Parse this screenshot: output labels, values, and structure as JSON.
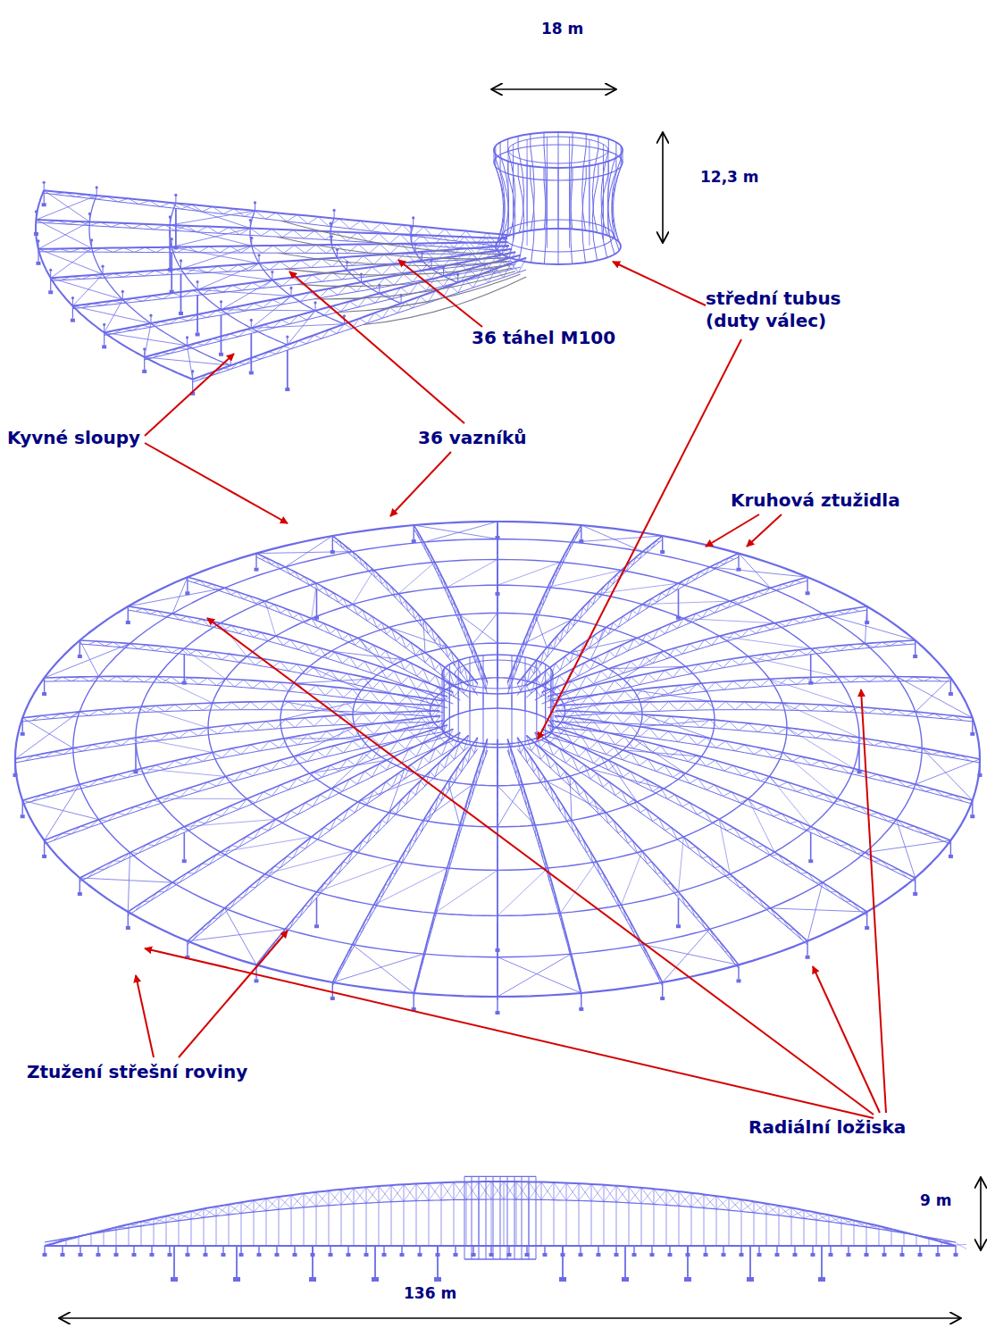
{
  "diagram": {
    "labels": [
      "18 m",
      "12,3 m",
      "střední tubus (duty válec)",
      "36 táhel M100",
      "Kyvné sloupy",
      "36 vazníků",
      "Kruhová ztužidla",
      "Ztužení střešní roviny",
      "Radiální ložiska",
      "9 m",
      "136 m"
    ]
  }
}
